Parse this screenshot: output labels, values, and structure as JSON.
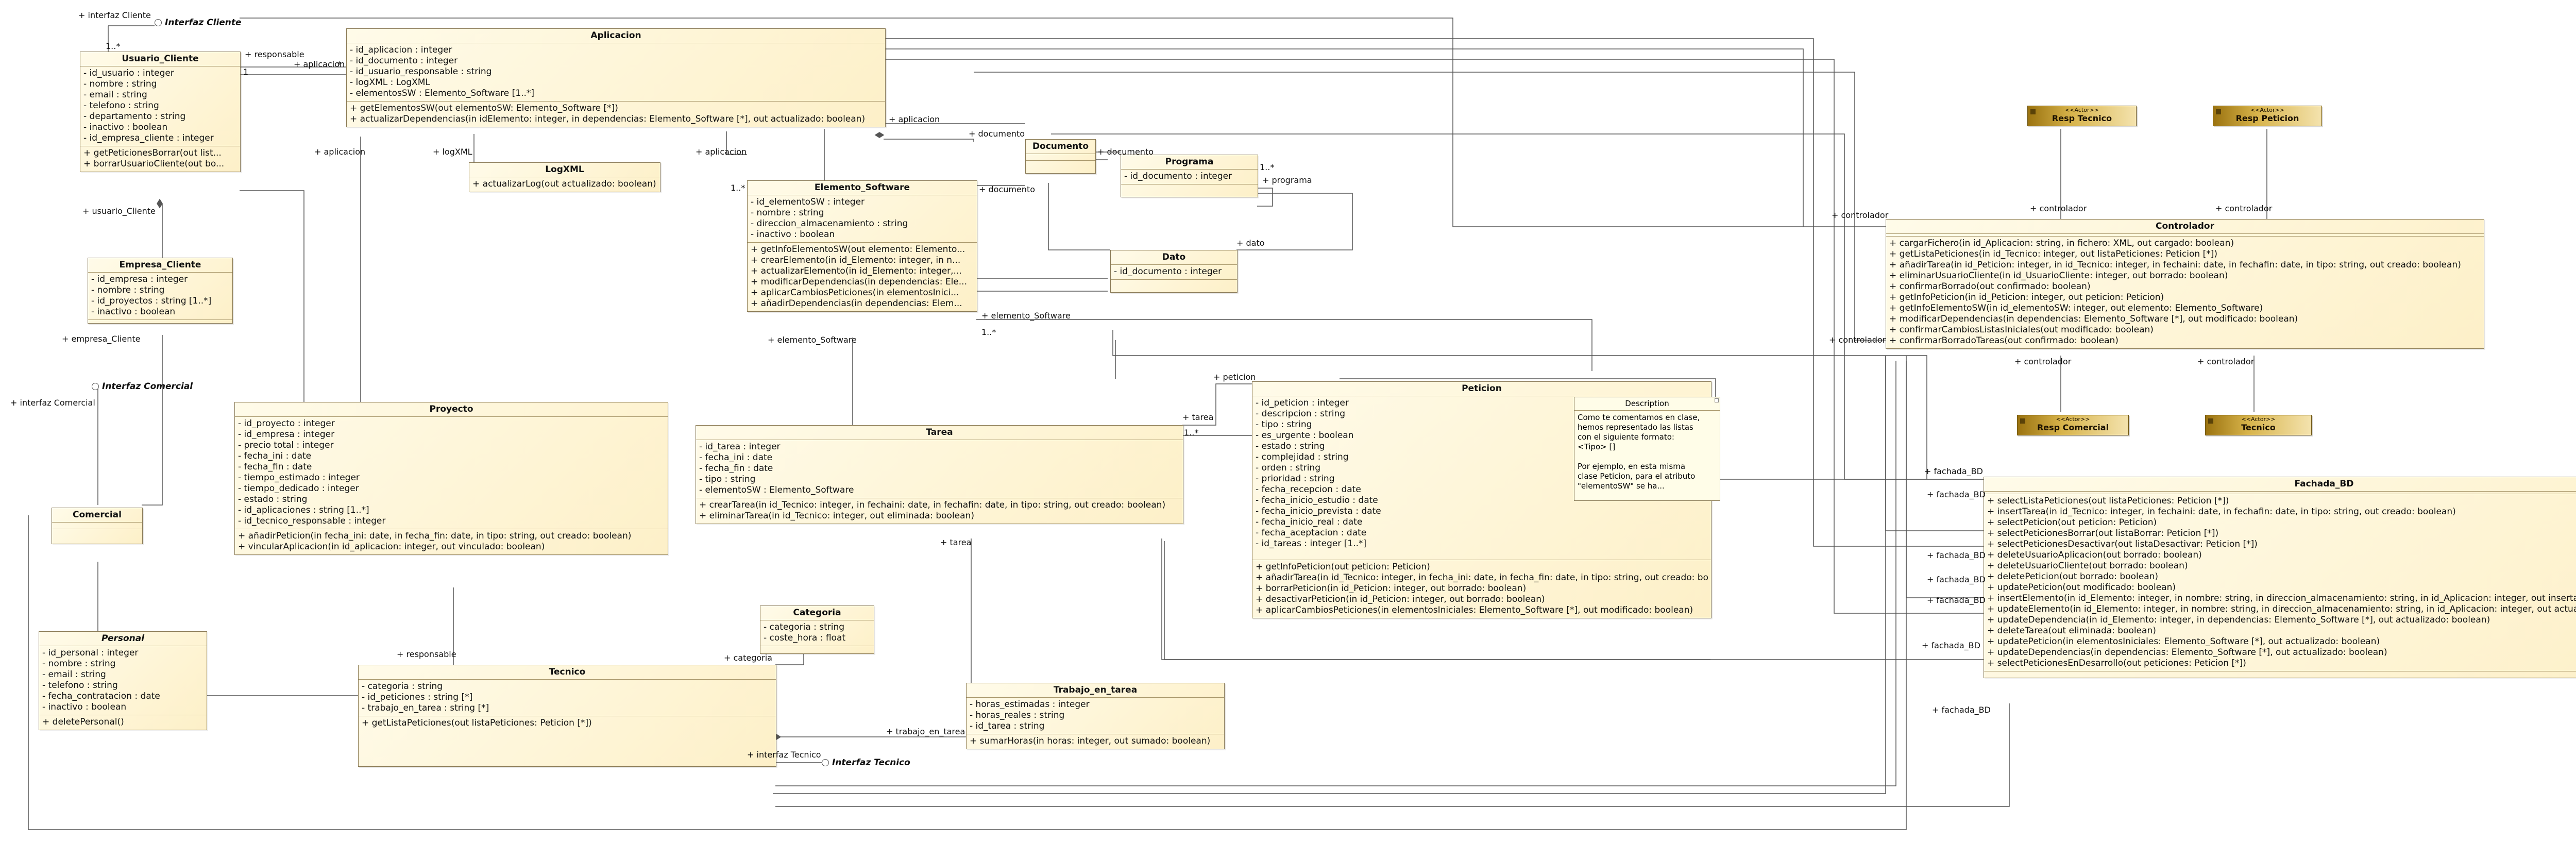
{
  "classes": {
    "usuario_cliente": {
      "title": "Usuario_Cliente",
      "attributes": [
        "- id_usuario : integer",
        "- nombre : string",
        "- email : string",
        "- telefono : string",
        "- departamento : string",
        "- inactivo : boolean",
        "- id_empresa_cliente : integer"
      ],
      "operations": [
        "+ getPeticionesBorrar(out list...",
        "+ borrarUsuarioCliente(out bo..."
      ]
    },
    "aplicacion": {
      "title": "Aplicacion",
      "attributes": [
        "- id_aplicacion : integer",
        "- id_documento : integer",
        "- id_usuario_responsable : string",
        "- logXML : LogXML",
        "- elementosSW : Elemento_Software [1..*]"
      ],
      "operations": [
        "+ getElementosSW(out elementoSW: Elemento_Software [*])",
        "+ actualizarDependencias(in idElemento: integer, in dependencias: Elemento_Software [*], out actualizado: boolean)"
      ]
    },
    "logxml": {
      "title": "LogXML",
      "attributes": [],
      "operations": [
        "+ actualizarLog(out actualizado: boolean)"
      ]
    },
    "empresa_cliente": {
      "title": "Empresa_Cliente",
      "attributes": [
        "- id_empresa : integer",
        "- nombre : string",
        "- id_proyectos : string [1..*]",
        "- inactivo : boolean"
      ],
      "operations": []
    },
    "documento": {
      "title": "Documento",
      "attributes": [],
      "operations": []
    },
    "programa": {
      "title": "Programa",
      "attributes": [
        "- id_documento : integer"
      ],
      "operations": []
    },
    "dato": {
      "title": "Dato",
      "attributes": [
        "- id_documento : integer"
      ],
      "operations": []
    },
    "elemento_software": {
      "title": "Elemento_Software",
      "attributes": [
        "- id_elementoSW : integer",
        "- nombre : string",
        "- direccion_almacenamiento : string",
        "- inactivo : boolean"
      ],
      "operations": [
        "+ getInfoElementoSW(out elemento: Elemento...",
        "+ crearElemento(in id_Elemento: integer, in n...",
        "+ actualizarElemento(in id_Elemento: integer,...",
        "+ modificarDependencias(in dependencias: Ele...",
        "+ aplicarCambiosPeticiones(in elementosInici...",
        "+ añadirDependencias(in dependencias: Elem..."
      ]
    },
    "controlador": {
      "title": "Controlador",
      "attributes": [],
      "operations": [
        "+ cargarFichero(in id_Aplicacion: string, in fichero: XML, out cargado: boolean)",
        "+ getListaPeticiones(in id_Tecnico: integer, out listaPeticiones: Peticion [*])",
        "+ añadirTarea(in id_Peticion: integer, in id_Tecnico: integer, in fechaini: date, in fechafin: date, in tipo: string, out creado: boolean)",
        "+ eliminarUsuarioCliente(in id_UsuarioCliente: integer, out borrado: boolean)",
        "+ confirmarBorrado(out confirmado: boolean)",
        "+ getInfoPeticion(in id_Peticion: integer, out peticion: Peticion)",
        "+ getInfoElementoSW(in id_elementoSW: integer, out elemento: Elemento_Software)",
        "+ modificarDependencias(in dependencias: Elemento_Software [*], out modificado: boolean)",
        "+ confirmarCambiosListasIniciales(out modificado: boolean)",
        "+ confirmarBorradoTareas(out confirmado: boolean)"
      ]
    },
    "proyecto": {
      "title": "Proyecto",
      "attributes": [
        "- id_proyecto : integer",
        "- id_empresa : integer",
        "- precio total : integer",
        "- fecha_ini : date",
        "- fecha_fin : date",
        "- tiempo_estimado : integer",
        "- tiempo_dedicado : integer",
        "- estado : string",
        "- id_aplicaciones : string [1..*]",
        "- id_tecnico_responsable : integer"
      ],
      "operations": [
        "+ añadirPeticion(in fecha_ini: date, in fecha_fin: date, in tipo: string, out creado: boolean)",
        "+ vincularAplicacion(in id_aplicacion: integer, out vinculado: boolean)"
      ]
    },
    "tarea": {
      "title": "Tarea",
      "attributes": [
        "- id_tarea : integer",
        "- fecha_ini : date",
        "- fecha_fin : date",
        "- tipo : string",
        "- elementoSW : Elemento_Software"
      ],
      "operations": [
        "+ crearTarea(in id_Tecnico: integer, in fechaini: date, in fechafin: date, in tipo: string, out creado: boolean)",
        "+ eliminarTarea(in id_Tecnico: integer, out eliminada: boolean)"
      ]
    },
    "peticion": {
      "title": "Peticion",
      "attributes": [
        "- id_peticion : integer",
        "- descripcion : string",
        "- tipo : string",
        "- es_urgente : boolean",
        "- estado : string",
        "- complejidad : string",
        "- orden : string",
        "- prioridad : string",
        "- fecha_recepcion : date",
        "- fecha_inicio_estudio : date",
        "- fecha_inicio_prevista : date",
        "- fecha_inicio_real : date",
        "- fecha_aceptacion : date",
        "- id_tareas : integer [1..*]"
      ],
      "operations": [
        "+ getInfoPeticion(out peticion: Peticion)",
        "+ añadirTarea(in id_Tecnico: integer, in fecha_ini: date, in fecha_fin: date, in tipo: string, out creado: boolean)",
        "+ borrarPeticion(in id_Peticion: integer, out borrado: boolean)",
        "+ desactivarPeticion(in id_Peticion: integer, out borrado: boolean)",
        "+ aplicarCambiosPeticiones(in elementosIniciales: Elemento_Software [*], out modificado: boolean)"
      ]
    },
    "comercial": {
      "title": "Comercial",
      "attributes": [],
      "operations": []
    },
    "personal": {
      "title": "Personal",
      "attributes": [
        "- id_personal : integer",
        "- nombre : string",
        "- email : string",
        "- telefono : string",
        "- fecha_contratacion : date",
        "- inactivo : boolean"
      ],
      "operations": [
        "+ deletePersonal()"
      ]
    },
    "categoria": {
      "title": "Categoria",
      "attributes": [
        "- categoria : string",
        "- coste_hora : float"
      ],
      "operations": []
    },
    "tecnico": {
      "title": "Tecnico",
      "attributes": [
        "- categoria : string",
        "- id_peticiones : string [*]",
        "- trabajo_en_tarea : string [*]"
      ],
      "operations": [
        "+ getListaPeticiones(out listaPeticiones: Peticion [*])"
      ]
    },
    "trabajo_en_tarea": {
      "title": "Trabajo_en_tarea",
      "attributes": [
        "- horas_estimadas : integer",
        "- horas_reales : string",
        "- id_tarea : string"
      ],
      "operations": [
        "+ sumarHoras(in horas: integer, out sumado: boolean)"
      ]
    },
    "fachada_bd": {
      "title": "Fachada_BD",
      "attributes": [],
      "operations": [
        "+ selectListaPeticiones(out listaPeticiones: Peticion [*])",
        "+ insertTarea(in id_Tecnico: integer, in fechaini: date, in fechafin: date, in tipo: string, out creado: boolean)",
        "+ selectPeticion(out peticion: Peticion)",
        "+ selectPeticionesBorrar(out listaBorrar: Peticion [*])",
        "+ selectPeticionesDesactivar(out listaDesactivar: Peticion [*])",
        "+ deleteUsuarioAplicacion(out borrado: boolean)",
        "+ deleteUsuarioCliente(out borrado: boolean)",
        "+ deletePeticion(out borrado: boolean)",
        "+ updatePeticion(out modificado: boolean)",
        "+ insertElemento(in id_Elemento: integer, in nombre: string, in direccion_almacenamiento: string, in id_Aplicacion: integer, out insertado: string)",
        "+ updateElemento(in id_Elemento: integer, in nombre: string, in direccion_almacenamiento: string, in id_Aplicacion: integer, out actualizado: boolean)",
        "+ updateDependencia(in id_Elemento: integer, in dependencias: Elemento_Software [*], out actualizado: boolean)",
        "+ deleteTarea(out eliminada: boolean)",
        "+ updatePeticion(in elementosIniciales: Elemento_Software [*], out actualizado: boolean)",
        "+ updateDependencias(in dependencias: Elemento_Software [*], out actualizado: boolean)",
        "+ selectPeticionesEnDesarrollo(out peticiones: Peticion [*])"
      ]
    }
  },
  "actors": {
    "resp_tecnico": {
      "stereotype": "<<Actor>>",
      "name": "Resp Tecnico"
    },
    "resp_peticion": {
      "stereotype": "<<Actor>>",
      "name": "Resp Peticion"
    },
    "resp_comercial": {
      "stereotype": "<<Actor>>",
      "name": "Resp Comercial"
    },
    "tecnico_actor": {
      "stereotype": "<<Actor>>",
      "name": "Tecnico"
    }
  },
  "interfaces": {
    "interfaz_cliente": "Interfaz Cliente",
    "interfaz_comercial": "Interfaz Comercial",
    "interfaz_tecnico": "Interfaz Tecnico"
  },
  "note": {
    "title": "Description",
    "lines": [
      "Como te comentamos en clase,",
      "hemos representado las listas",
      "con el siguiente formato:",
      "<Tipo> []",
      "",
      "Por ejemplo, en esta misma",
      "clase Peticion, para el atributo",
      "\"elementoSW\" se ha..."
    ]
  },
  "labels": {
    "interfaz_cliente_role": "+ interfaz Cliente",
    "uc_mult_1": "1..*",
    "responsable_role": "+ responsable",
    "aplicacion_role_a": "+ aplicacion",
    "uc_mult_2": "1",
    "ap_mult_1": "*",
    "aplicacion_role_b": "+ aplicacion",
    "logxml_role": "+ logXML",
    "aplicacion_role_c": "+ aplicacion",
    "ap_mult_2": "1..*",
    "aplicacion_role_d": "+ aplicacion",
    "documento_role_a": "+ documento",
    "documento_role_b": "+ documento",
    "documento_role_c": "+ documento",
    "programa_role": "+ programa",
    "prog_mult": "1..*",
    "dato_role": "+ dato",
    "usuario_cliente_role": "+ usuario_Cliente",
    "empresa_cliente_role": "+ empresa_Cliente",
    "interfaz_comercial_role": "+ interfaz Comercial",
    "elemento_software_role_a": "+ elemento_Software",
    "elemento_software_role_b": "+ elemento_Software",
    "es_mult": "1..*",
    "controlador_role_a": "+ controlador",
    "controlador_role_b": "+ controlador",
    "controlador_role_c": "+ controlador",
    "controlador_role_d": "+ controlador",
    "controlador_role_e": "+ controlador",
    "controlador_role_f": "+ controlador",
    "tarea_role_a": "+ tarea",
    "tarea_role_b": "+ tarea",
    "peticion_role": "+ peticion",
    "tarea_mult": "1..*",
    "responsable_role_b": "+ responsable",
    "categoria_role": "+ categoria",
    "trabajo_en_tarea_role": "+ trabajo_en_tarea",
    "interfaz_tecnico_role": "+ interfaz Tecnico",
    "fachada_role_1": "+ fachada_BD",
    "fachada_role_2": "+ fachada_BD",
    "fachada_role_3": "+ fachada_BD",
    "fachada_role_4": "+ fachada_BD",
    "fachada_role_5": "+ fachada_BD",
    "fachada_role_6": "+ fachada_BD",
    "fachada_role_7": "+ fachada_BD"
  }
}
